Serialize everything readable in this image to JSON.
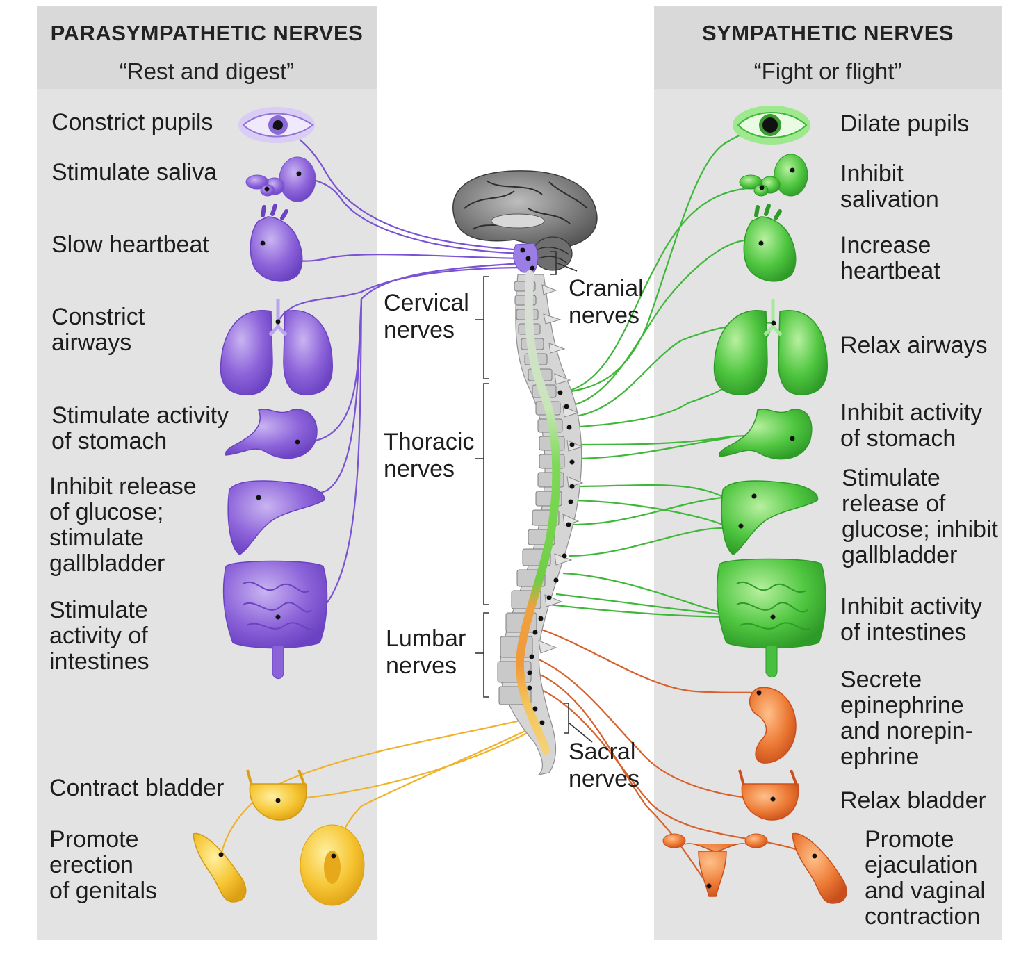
{
  "colors": {
    "parasympathetic": "#7a52d4",
    "sympathetic": "#3fb83a",
    "sympathetic_lower": "#d9602a",
    "sacral": "#f0b22a",
    "panel_bg": "#e3e3e3"
  },
  "parasympathetic": {
    "title": "PARASYMPATHETIC NERVES",
    "subtitle": "“Rest and digest”",
    "effects": [
      {
        "label": "Constrict pupils",
        "organ": "eye-icon"
      },
      {
        "label": "Stimulate saliva",
        "organ": "salivary-gland-icon"
      },
      {
        "label": "Slow heartbeat",
        "organ": "heart-icon"
      },
      {
        "label": "Constrict\nairways",
        "organ": "lungs-icon"
      },
      {
        "label": "Stimulate activity\nof stomach",
        "organ": "stomach-icon"
      },
      {
        "label": "Inhibit release\nof glucose;\nstimulate\ngallbladder",
        "organ": "liver-icon"
      },
      {
        "label": "Stimulate\nactivity of\nintestines",
        "organ": "intestines-icon"
      },
      {
        "label": "Contract bladder",
        "organ": "bladder-icon"
      },
      {
        "label": "Promote\nerection\nof genitals",
        "organ": "genitals-icon"
      }
    ]
  },
  "sympathetic": {
    "title": "SYMPATHETIC NERVES",
    "subtitle": "“Fight or flight”",
    "effects": [
      {
        "label": "Dilate pupils",
        "organ": "eye-icon"
      },
      {
        "label": "Inhibit\nsalivation",
        "organ": "salivary-gland-icon"
      },
      {
        "label": "Increase\nheartbeat",
        "organ": "heart-icon"
      },
      {
        "label": "Relax airways",
        "organ": "lungs-icon"
      },
      {
        "label": "Inhibit activity\nof stomach",
        "organ": "stomach-icon"
      },
      {
        "label": "Stimulate\nrelease of\nglucose; inhibit\ngallbladder",
        "organ": "liver-icon"
      },
      {
        "label": "Inhibit activity\nof intestines",
        "organ": "intestines-icon"
      },
      {
        "label": "Secrete\nepinephrine\nand norepin-\nephrine",
        "organ": "adrenal-kidney-icon"
      },
      {
        "label": "Relax bladder",
        "organ": "bladder-icon"
      },
      {
        "label": "Promote\nejaculation\nand vaginal\ncontraction",
        "organ": "reproductive-organs-icon"
      }
    ]
  },
  "spine": {
    "cranial": "Cranial\nnerves",
    "cervical": "Cervical\nnerves",
    "thoracic": "Thoracic\nnerves",
    "lumbar": "Lumbar\nnerves",
    "sacral": "Sacral\nnerves"
  }
}
